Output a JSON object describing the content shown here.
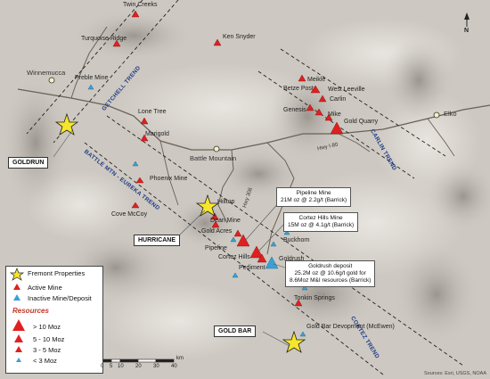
{
  "towns": {
    "winnemucca": "Winnemucca",
    "battle_mountain": "Battle Mountain",
    "elko": "Elko"
  },
  "roads": {
    "hwy_i80": "Hwy I-80",
    "hwy_306": "Hwy 306"
  },
  "trends": {
    "getchell": "GETCHELL TREND",
    "battle_mtn_eureka": "BATTLE MTN - EUREKA TREND",
    "carlin": "CARLIN TREND",
    "cortez": "CORTEZ TREND"
  },
  "fremont_properties": {
    "goldrun": "GOLDRUN",
    "hurricane": "HURRICANE",
    "gold_bar": "GOLD BAR"
  },
  "mines": {
    "twin_creeks": "Twin Creeks",
    "turquoise_ridge": "Turquoise Ridge",
    "ken_snyder": "Ken Snyder",
    "preble_mine": "Preble Mine",
    "lone_tree": "Lone Tree",
    "marigold": "Marigold",
    "phoenix_mine": "Phoenix Mine",
    "cove_mccoy": "Cove McCoy",
    "hilltop": "Hilltop",
    "dean_mine": "Dean Mine",
    "gold_acres": "Gold Acres",
    "pipeline": "Pipeline",
    "cortez_hills": "Cortez Hills",
    "pediment": "Pediment",
    "buckhorn": "Buckhorn",
    "goldrush": "Goldrush",
    "tonkin_springs": "Tonkin Springs",
    "gold_bar_development": "Gold Bar Devopment (McEwen)",
    "meikle": "Meikle",
    "betze_post": "Betze Post",
    "west_leeville": "West Leeville",
    "carlin": "Carlin",
    "genesis": "Genesis",
    "mike": "Mike",
    "gold_quarry": "Gold Quarry"
  },
  "callouts": {
    "pipeline_line1": "Pipeline Mine",
    "pipeline_line2": "21M oz @ 2.2g/t (Barrick)",
    "cortez_line1": "Cortez Hills Mine",
    "cortez_line2": "15M oz  @ 4.1g/t (Barrick)",
    "goldrush_line1": "Goldrush  deposit",
    "goldrush_line2": "25.2M oz @ 10.6g/t gold for",
    "goldrush_line3": "8.6Moz M&I resources (Barrick)"
  },
  "legend": {
    "fremont_properties": "Fremont Properties",
    "active_mine": "Active Mine",
    "inactive_mine": "Inactive Mine/Deposit",
    "resources_header": "Resources",
    "r1": "> 10 Moz",
    "r2": "5 - 10 Moz",
    "r3": "3 - 5 Moz",
    "r4": "< 3 Moz"
  },
  "scale": {
    "ticks": [
      "0",
      "5",
      "10",
      "20",
      "30",
      "40"
    ],
    "unit": "km"
  },
  "north": "N",
  "source": "Sources: Esri, USGS, NOAA",
  "colors": {
    "active_mine": "#e02020",
    "inactive_mine": "#3aa0d8",
    "property_star": "#f5e62b",
    "trend_text": "#1f3c8a"
  }
}
